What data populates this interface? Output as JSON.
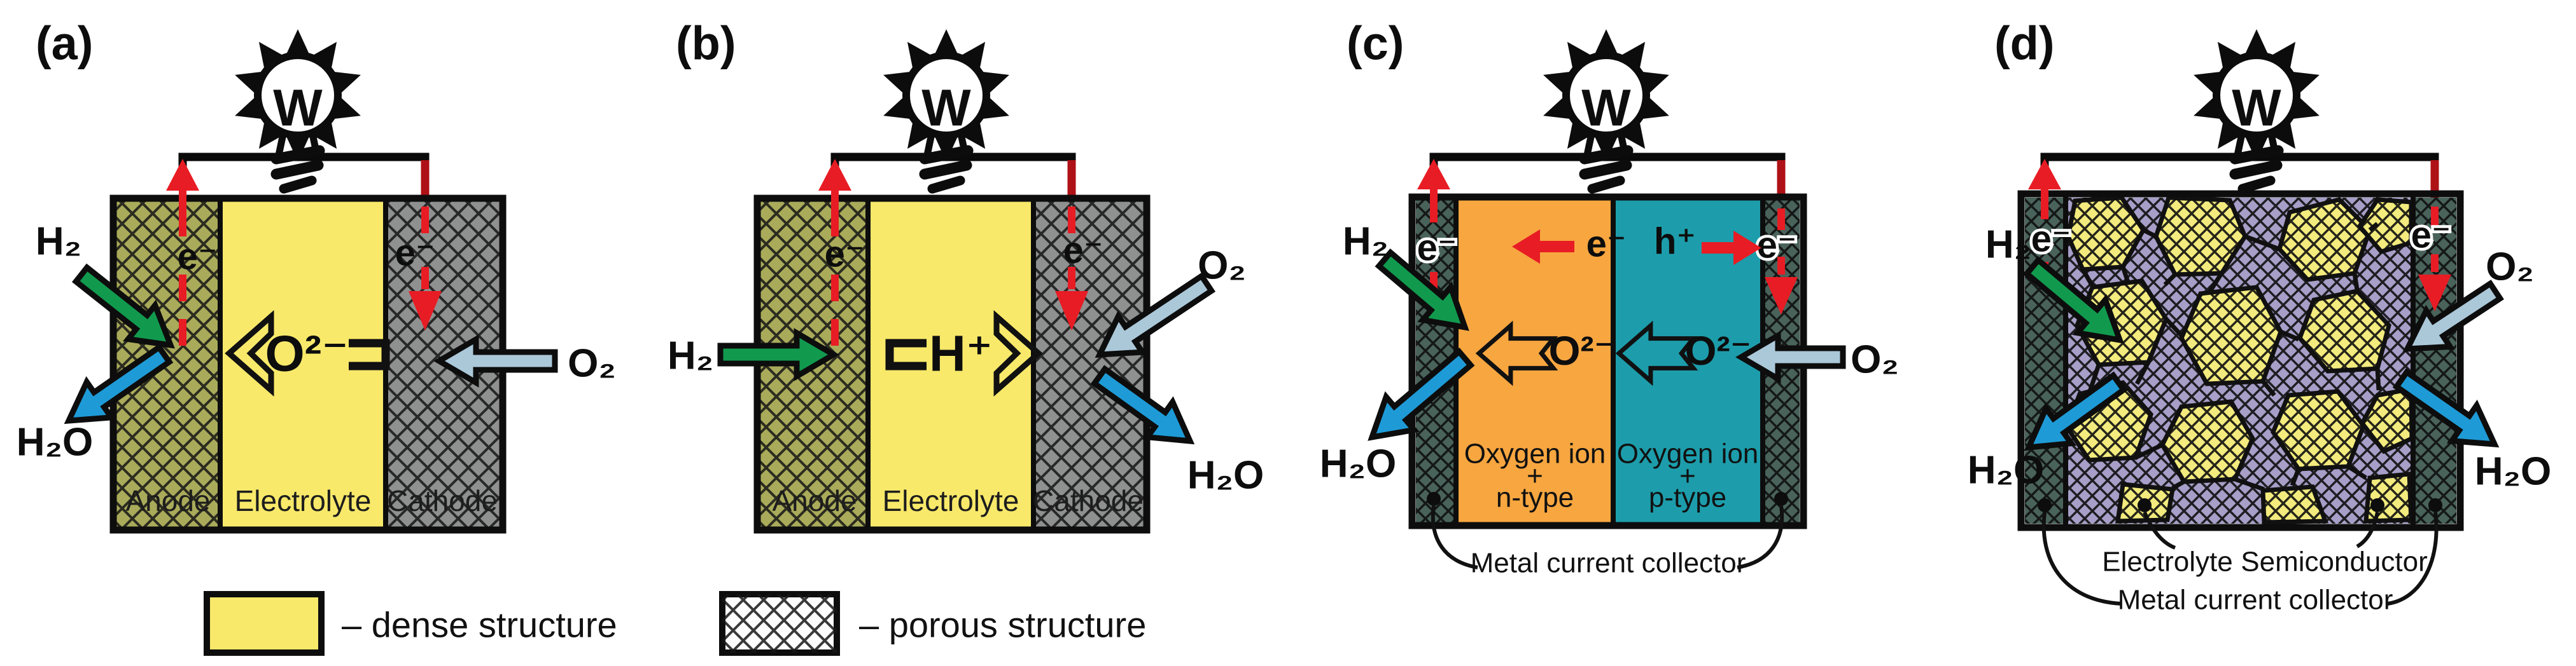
{
  "figure": {
    "bulb_label": "W"
  },
  "legend": {
    "dense": "– dense structure",
    "porous": "– porous structure"
  },
  "panels": {
    "a": {
      "tag": "(a)",
      "h2": "H₂",
      "h2o": "H₂O",
      "o2": "O₂",
      "e_anode": "e⁻",
      "e_cathode": "e⁻",
      "ion": "O²⁻",
      "anode": "Anode",
      "electrolyte": "Electrolyte",
      "cathode": "Cathode"
    },
    "b": {
      "tag": "(b)",
      "h2": "H₂",
      "h2o": "H₂O",
      "o2": "O₂",
      "e_anode": "e⁻",
      "e_cathode": "e⁻",
      "ion": "H⁺",
      "anode": "Anode",
      "electrolyte": "Electrolyte",
      "cathode": "Cathode"
    },
    "c": {
      "tag": "(c)",
      "h2": "H₂",
      "h2o": "H₂O",
      "o2": "O₂",
      "e_left": "e⁻",
      "e_right": "e⁻",
      "electron": "e⁻",
      "hole": "h⁺",
      "ion_n": "O²⁻",
      "ion_p": "O²⁻",
      "n_layer": [
        "Oxygen ion",
        "+",
        "n-type"
      ],
      "p_layer": [
        "Oxygen ion",
        "+",
        "p-type"
      ],
      "collector": "Metal current collector"
    },
    "d": {
      "tag": "(d)",
      "h2": "H₂",
      "o2": "O₂",
      "h2o_left": "H₂O",
      "h2o_right": "H₂O",
      "e_left": "e⁻",
      "e_right": "e⁻",
      "electrolyte_label": "Electrolyte",
      "semiconductor_label": "Semiconductor",
      "collector": "Metal current collector"
    }
  },
  "colors": {
    "electrolyte_yellow": "#f8e96a",
    "anode_olive": "#a9ab5a",
    "cathode_gray": "#8f9090",
    "ntype_orange": "#f7a640",
    "ptype_teal": "#1d9dab",
    "collector_slate": "#49635b",
    "semiconductor_purple": "#a79fc8",
    "grain_yellow": "#f3eb7d",
    "h2_green": "#119a4e",
    "h2o_blue": "#1e9bd7",
    "o2_lightblue": "#abc8d9",
    "electron_red": "#e81c24",
    "wire_dark_red": "#ae1116",
    "line_black": "#0d0d0d"
  }
}
